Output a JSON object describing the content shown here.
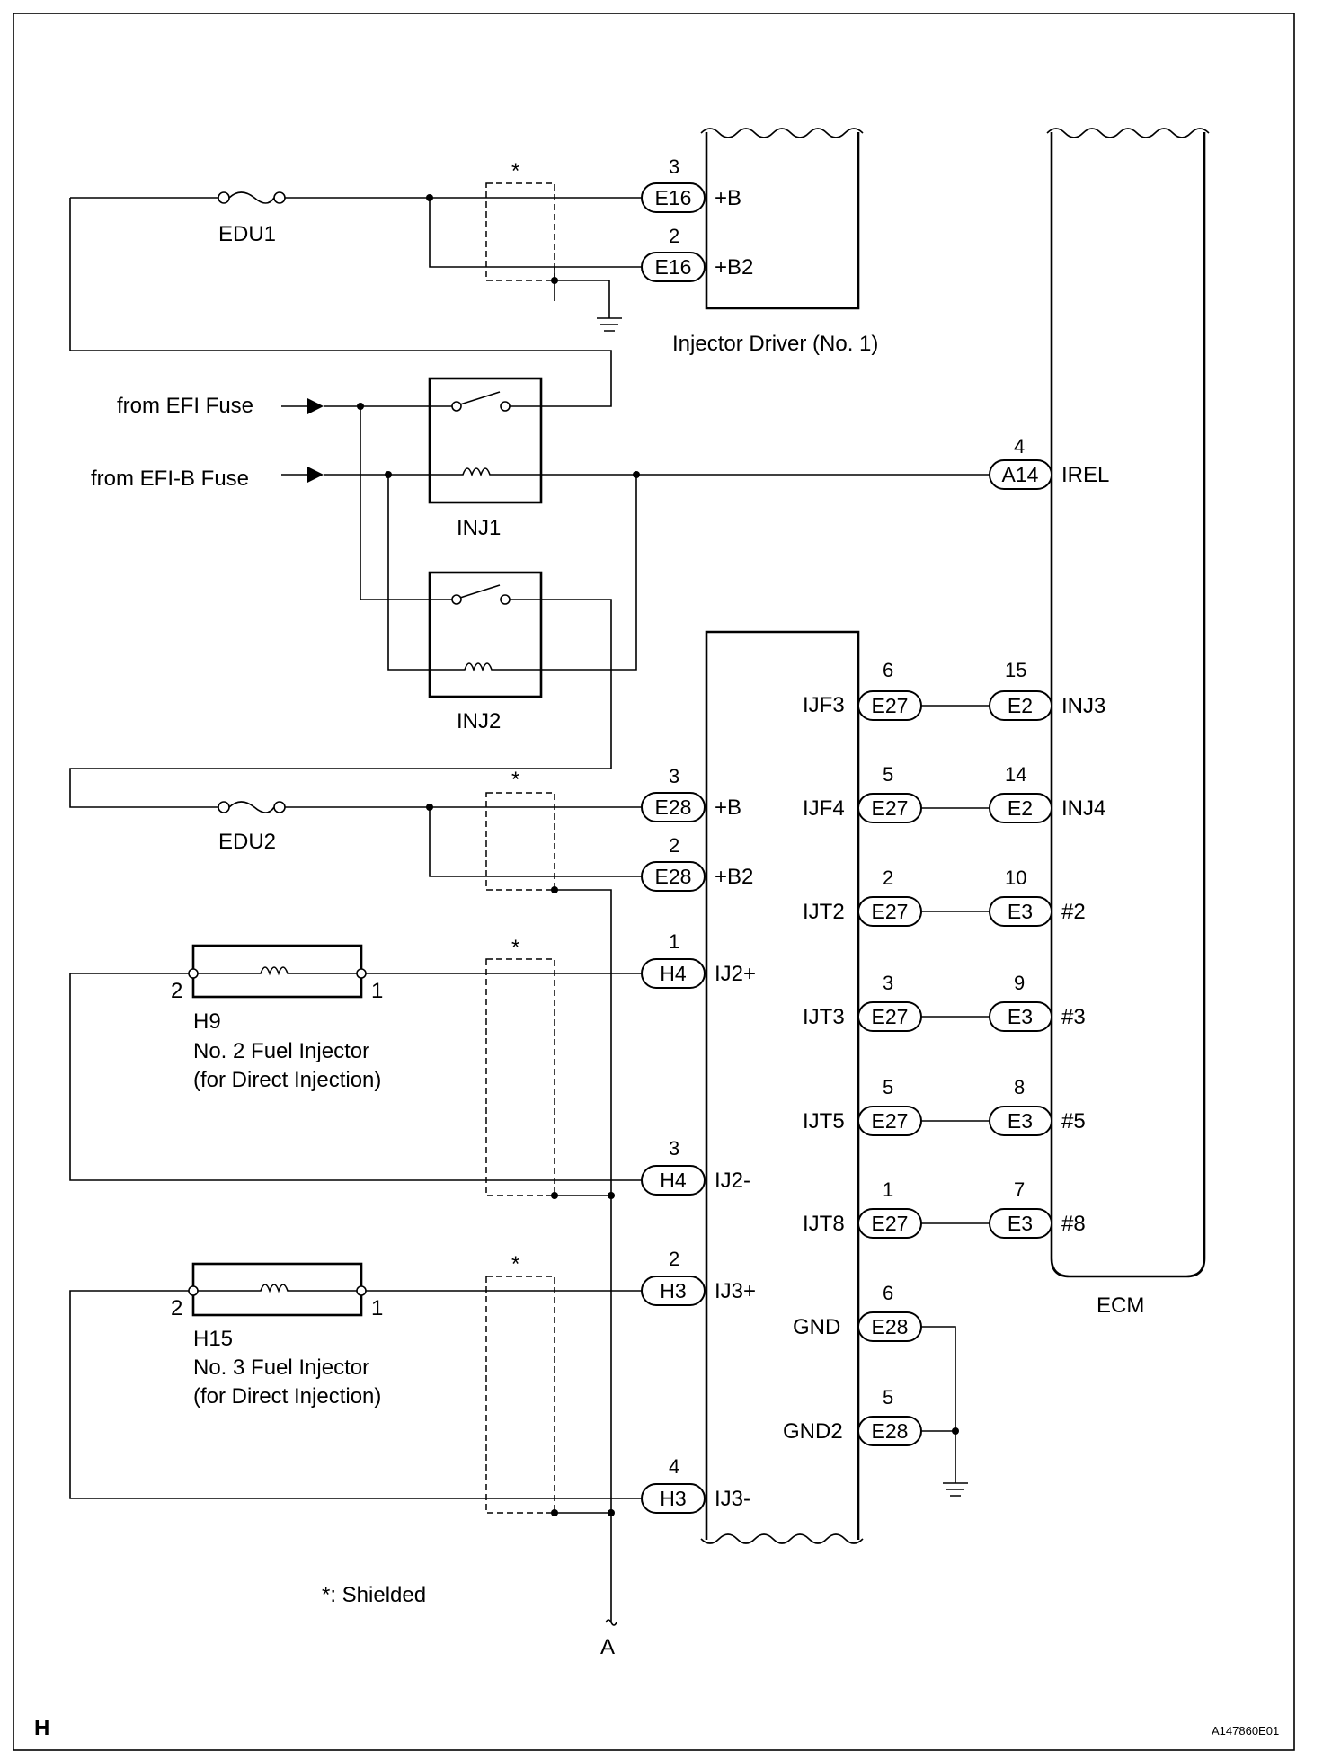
{
  "page": {
    "corner_letter": "H",
    "figure_id": "A147860E01"
  },
  "legend": {
    "shielded_note": "*: Shielded",
    "shield_mark": "*"
  },
  "sources": {
    "efi_fuse": "from EFI Fuse",
    "efi_b_fuse": "from EFI-B Fuse"
  },
  "fuses": {
    "edu1": "EDU1",
    "edu2": "EDU2"
  },
  "relays": {
    "inj1": "INJ1",
    "inj2": "INJ2"
  },
  "components": {
    "injector_driver_1": "Injector Driver (No. 1)",
    "ecm": "ECM",
    "injector_h9": {
      "code": "H9",
      "name": "No. 2 Fuel Injector",
      "note": "(for Direct Injection)",
      "pin_left": "2",
      "pin_right": "1"
    },
    "injector_h15": {
      "code": "H15",
      "name": "No. 3 Fuel Injector",
      "note": "(for Direct Injection)",
      "pin_left": "2",
      "pin_right": "1"
    }
  },
  "driver1_connectors": [
    {
      "pin": "3",
      "conn": "E16",
      "terminal": "+B"
    },
    {
      "pin": "2",
      "conn": "E16",
      "terminal": "+B2"
    }
  ],
  "driver2_connectors_left": [
    {
      "pin": "3",
      "conn": "E28",
      "terminal": "+B"
    },
    {
      "pin": "2",
      "conn": "E28",
      "terminal": "+B2"
    },
    {
      "pin": "1",
      "conn": "H4",
      "terminal": "IJ2+"
    },
    {
      "pin": "3",
      "conn": "H4",
      "terminal": "IJ2-"
    },
    {
      "pin": "2",
      "conn": "H3",
      "terminal": "IJ3+"
    },
    {
      "pin": "4",
      "conn": "H3",
      "terminal": "IJ3-"
    }
  ],
  "driver2_connectors_right": [
    {
      "signal": "IJF3",
      "pin": "6",
      "conn": "E27"
    },
    {
      "signal": "IJF4",
      "pin": "5",
      "conn": "E27"
    },
    {
      "signal": "IJT2",
      "pin": "2",
      "conn": "E27"
    },
    {
      "signal": "IJT3",
      "pin": "3",
      "conn": "E27"
    },
    {
      "signal": "IJT5",
      "pin": "5",
      "conn": "E27"
    },
    {
      "signal": "IJT8",
      "pin": "1",
      "conn": "E27"
    },
    {
      "signal": "GND",
      "pin": "6",
      "conn": "E28"
    },
    {
      "signal": "GND2",
      "pin": "5",
      "conn": "E28"
    }
  ],
  "ecm_connectors": [
    {
      "pin": "4",
      "conn": "A14",
      "terminal": "IREL"
    },
    {
      "pin": "15",
      "conn": "E2",
      "terminal": "INJ3"
    },
    {
      "pin": "14",
      "conn": "E2",
      "terminal": "INJ4"
    },
    {
      "pin": "10",
      "conn": "E3",
      "terminal": "#2"
    },
    {
      "pin": "9",
      "conn": "E3",
      "terminal": "#3"
    },
    {
      "pin": "8",
      "conn": "E3",
      "terminal": "#5"
    },
    {
      "pin": "7",
      "conn": "E3",
      "terminal": "#8"
    }
  ],
  "ground_continuation": "A"
}
